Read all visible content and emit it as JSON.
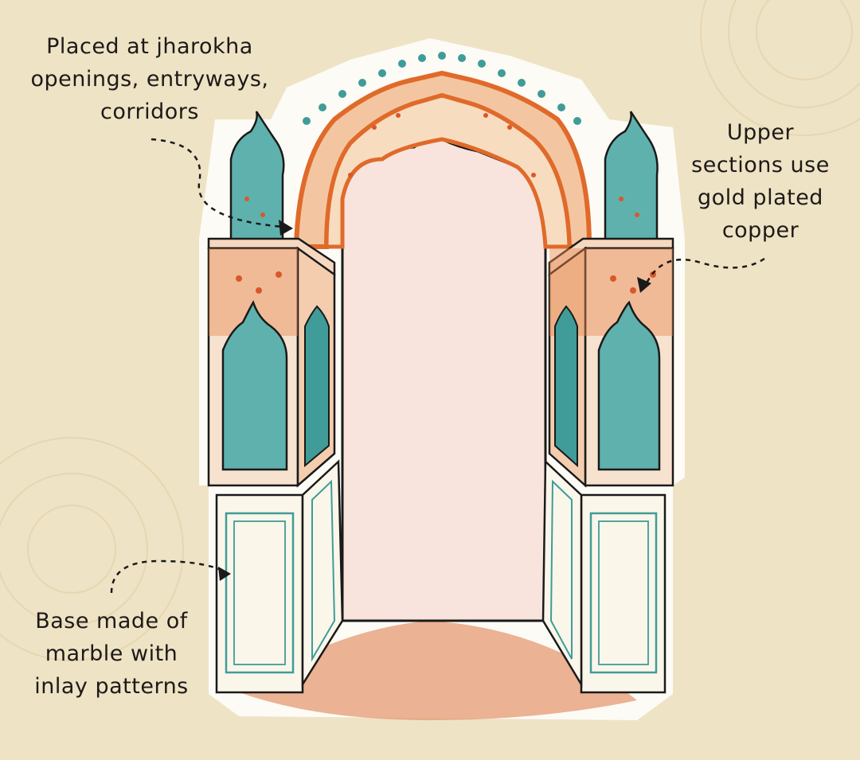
{
  "annotations": {
    "top_left": [
      "Placed at jharokha",
      "openings, entryways,",
      "corridors"
    ],
    "right": [
      "Upper",
      "sections use",
      "gold plated",
      "copper"
    ],
    "bottom_left": [
      "Base made of",
      "marble with",
      "inlay patterns"
    ]
  },
  "colors": {
    "background": "#efe3c6",
    "orange": "#e07a3c",
    "teal": "#3f9c98",
    "outline": "#1a1a1a",
    "marble": "#fbf6ea"
  }
}
